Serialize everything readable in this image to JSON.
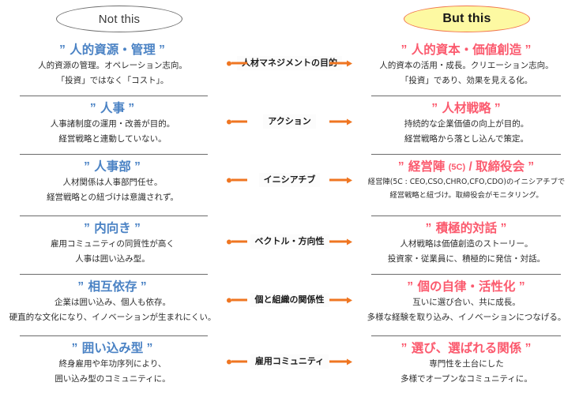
{
  "header": {
    "left_pill": "Not this",
    "right_pill": "But this",
    "left_pill_border_color": "#6e6e6e",
    "right_pill_fill_color": "#fdf9a2",
    "right_pill_border_color": "#f1764e"
  },
  "colors": {
    "left_headline": "#4a82c4",
    "right_headline": "#fb5a6e",
    "arrow": "#ef7622",
    "divider": "#6b6b6b"
  },
  "rows": [
    {
      "center_label": "人材マネジメントの目的",
      "left": {
        "headline": "人的資源・管理",
        "lines": [
          "人的資源の管理。オペレーション志向。",
          "「投資」ではなく「コスト」。"
        ]
      },
      "right": {
        "headline": "人的資本・価値創造",
        "lines": [
          "人的資本の活用・成長。クリエーション志向。",
          "「投資」であり、効果を見える化。"
        ]
      }
    },
    {
      "center_label": "アクション",
      "left": {
        "headline": "人事",
        "lines": [
          "人事諸制度の運用・改善が目的。",
          "経営戦略と連動していない。"
        ]
      },
      "right": {
        "headline": "人材戦略",
        "lines": [
          "持続的な企業価値の向上が目的。",
          "経営戦略から落とし込んで策定。"
        ]
      }
    },
    {
      "center_label": "イニシアチブ",
      "left": {
        "headline": "人事部",
        "lines": [
          "人材関係は人事部門任せ。",
          "経営戦略との紐づけは意識されず。"
        ]
      },
      "right": {
        "headline": "経営陣",
        "headline_small": "(5C)",
        "headline_tail": "/ 取締役会",
        "lines": [
          "経営陣(5C : CEO,CSO,CHRO,CFO,CDO)のイニシアチブで",
          "経営戦略と紐づけ。取締役会がモニタリング。"
        ],
        "lines_small": true
      }
    },
    {
      "center_label": "ベクトル・方向性",
      "left": {
        "headline": "内向き",
        "lines": [
          "雇用コミュニティの同質性が高く",
          "人事は囲い込み型。"
        ]
      },
      "right": {
        "headline": "積極的対話",
        "lines": [
          "人材戦略は価値創造のストーリー。",
          "投資家・従業員に、積極的に発信・対話。"
        ]
      }
    },
    {
      "center_label": "個と組織の関係性",
      "left": {
        "headline": "相互依存",
        "lines": [
          "企業は囲い込み、個人も依存。",
          "硬直的な文化になり、イノベーションが生まれにくい。"
        ]
      },
      "right": {
        "headline": "個の自律・活性化",
        "lines": [
          "互いに選び合い、共に成長。",
          "多様な経験を取り込み、イノベーションにつなげる。"
        ]
      }
    },
    {
      "center_label": "雇用コミュニティ",
      "left": {
        "headline": "囲い込み型",
        "lines": [
          "終身雇用や年功序列により、",
          "囲い込み型のコミュニティに。"
        ]
      },
      "right": {
        "headline": "選び、選ばれる関係",
        "lines": [
          "専門性を土台にした",
          "多様でオープンなコミュニティに。"
        ]
      }
    }
  ],
  "quote": {
    "open": "”",
    "close": "”"
  }
}
